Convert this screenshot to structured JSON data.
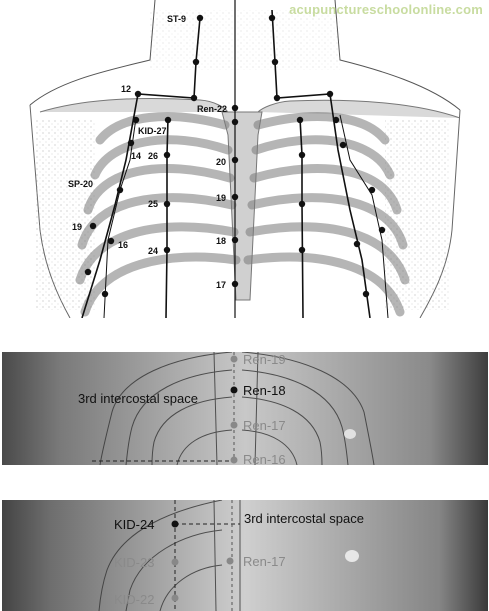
{
  "watermark": "acupunctureschoolonline.com",
  "panel1": {
    "labels": {
      "st9": "ST-9",
      "n12": "12",
      "ren22": "Ren-22",
      "kid27": "KID-27",
      "n14": "14",
      "n26": "26",
      "n20": "20",
      "sp20": "SP-20",
      "n25": "25",
      "n19a": "19",
      "n19b": "19",
      "n16": "16",
      "n24": "24",
      "n18": "18",
      "n17": "17"
    }
  },
  "panel2": {
    "labels": {
      "ren19": "Ren-19",
      "ren18": "Ren-18",
      "space": "3rd intercostal space",
      "ren17": "Ren-17",
      "ren16": "Ren-16"
    }
  },
  "panel3": {
    "labels": {
      "kid24": "KID-24",
      "space": "3rd intercostal space",
      "kid23": "KID-23",
      "ren17": "Ren-17",
      "kid22": "KID-22"
    }
  },
  "colors": {
    "bone": "#d6d6d6",
    "bone_stroke": "#7a7a7a",
    "channel_line": "#111111",
    "point_dark": "#111111",
    "point_dim": "#888888"
  }
}
